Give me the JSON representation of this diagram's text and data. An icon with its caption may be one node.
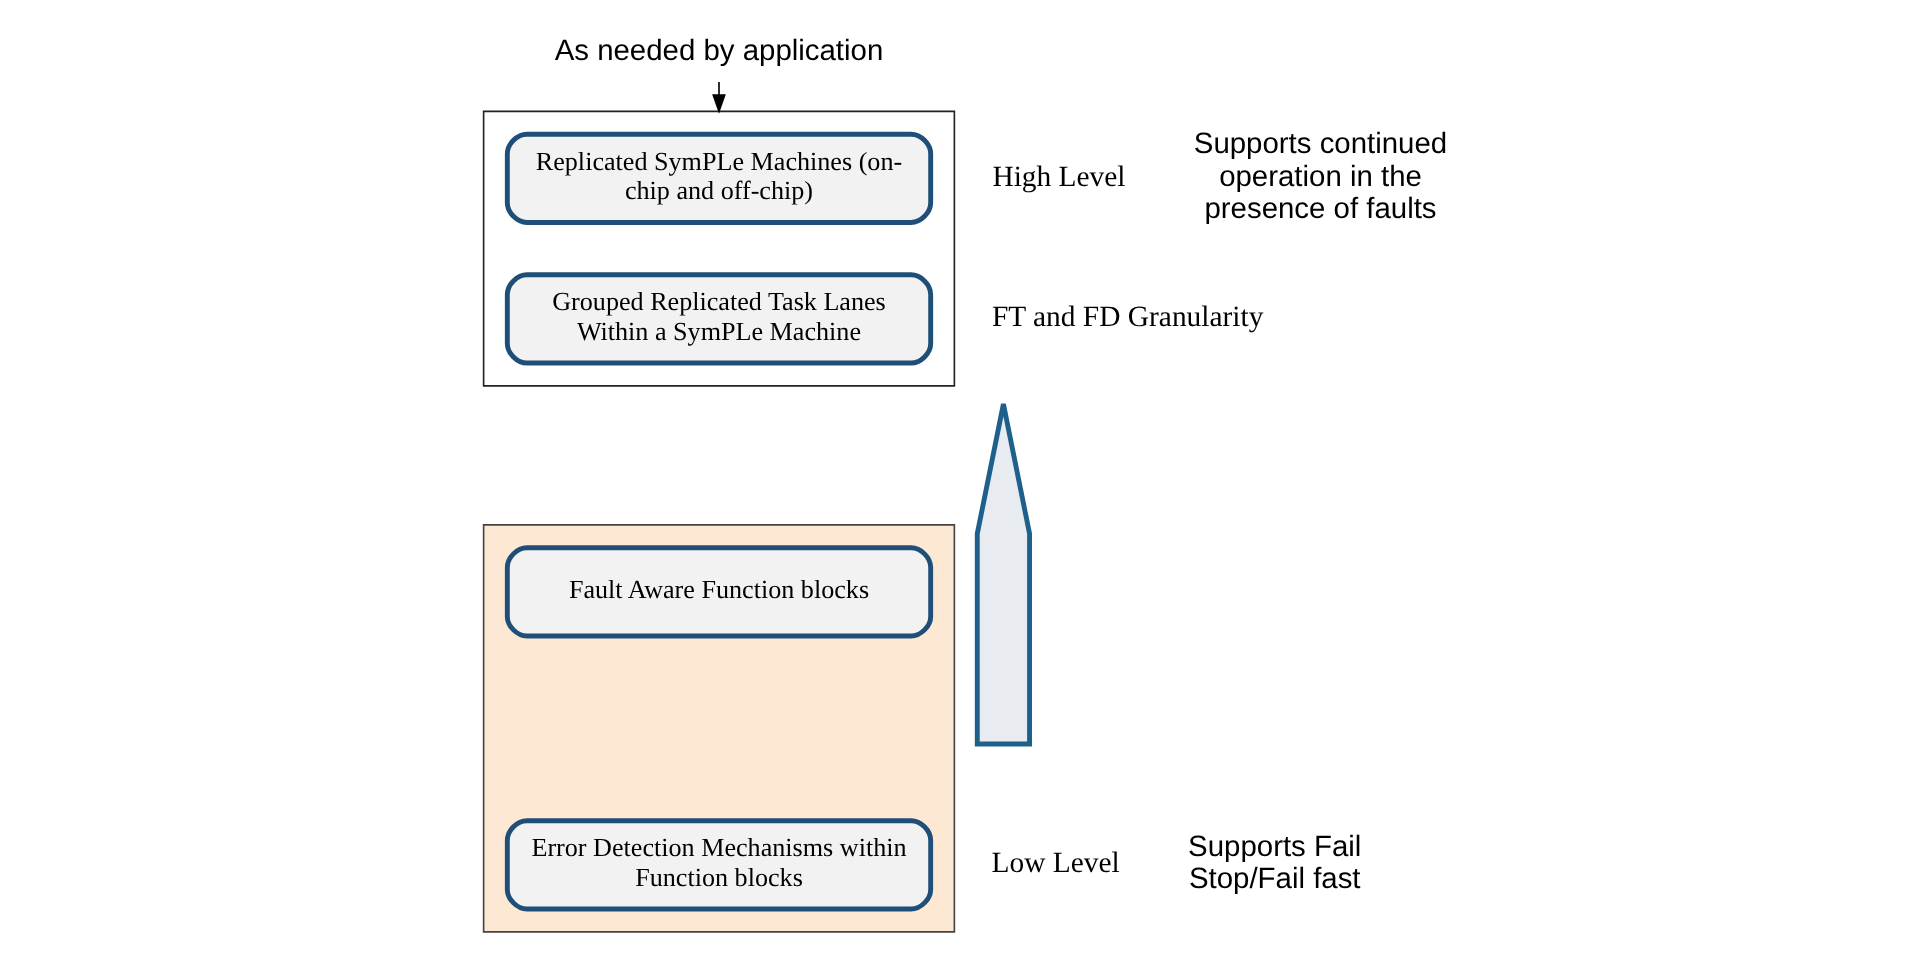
{
  "diagram": {
    "nodes": [
      {
        "text": [],
        "shape": "box"
      },
      {
        "text": [
          "Replicated SymPLe Machines (on-chip and off-chip)"
        ],
        "in": 0
      },
      {
        "text": [
          "Grouped Replicated Task Lanes Within a SymPLe Machine"
        ],
        "in": 0
      },
      {
        "text": [],
        "shape": "box"
      },
      {
        "text": [
          "Fault Aware Function blocks"
        ],
        "in": 3
      },
      {
        "text": [
          "Error Detection Mechanisms within Function blocks"
        ],
        "in": 3
      },
      {
        "text": [
          "As needed by application"
        ]
      },
      {
        "text": [],
        "shape": "arrow"
      }
    ],
    "edges": [
      {
        "from": 6,
        "to": 0,
        "arrow": "to"
      }
    ],
    "labels": [
      "High Level",
      "Supports continued operation in the presence of faults",
      "FT and FD Granularity",
      "Low Level",
      "Supports Fail Stop/Fail fast"
    ]
  }
}
